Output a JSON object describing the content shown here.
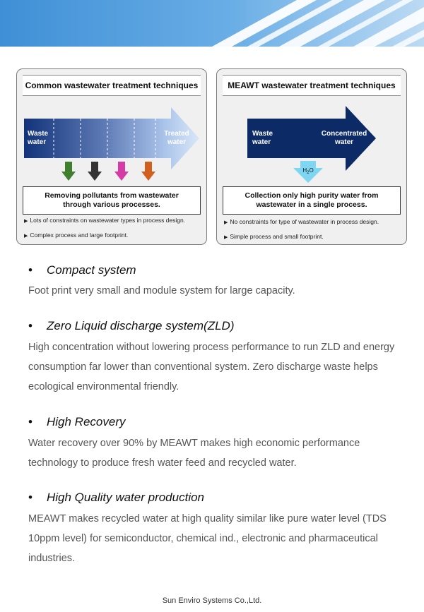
{
  "panels": {
    "common": {
      "title": "Common wastewater treatment techniques",
      "arrow_in": [
        "Waste",
        "water"
      ],
      "arrow_out": [
        "Treated",
        "water"
      ],
      "box": [
        "Removing pollutants from wastewater",
        "through various processes."
      ],
      "notes": [
        "Lots of constraints on wastewater types in process design.",
        "Complex process and large footprint."
      ],
      "down_arrow_colors": [
        "#3f7f2e",
        "#333333",
        "#d63aa5",
        "#d1601f"
      ]
    },
    "meawt": {
      "title": "MEAWT wastewater treatment techniques",
      "arrow_in": [
        "Waste",
        "water"
      ],
      "arrow_out": [
        "Concentrated",
        "water"
      ],
      "h2o": "H",
      "h2o_sub": "2",
      "h2o_end": "O",
      "box": [
        "Collection only high purity water from",
        "wastewater  in a single process."
      ],
      "notes": [
        "No constraints for type of wastewater in process design.",
        "Simple process and small footprint."
      ]
    }
  },
  "sections": [
    {
      "title": "Compact system",
      "body": "Foot print very small and module system for large capacity."
    },
    {
      "title": "Zero Liquid discharge system(ZLD)",
      "body": "High concentration without lowering process performance to run ZLD and energy consumption far lower than conventional system.  Zero discharge waste helps ecological environmental friendly."
    },
    {
      "title": "High Recovery",
      "body": "Water recovery over 90% by MEAWT makes high economic performance technology to produce fresh water feed and recycled water."
    },
    {
      "title": "High Quality water production",
      "body": "MEAWT makes recycled water at high quality similar like pure water level (TDS 10ppm level) for semiconductor, chemical ind., electronic and pharmaceutical industries."
    }
  ],
  "bullet": "•",
  "note_marker": "▶",
  "footer": "Sun Enviro Systems Co.,Ltd.",
  "colors": {
    "header_blue": "#3f8fd6",
    "dark_navy": "#0b2a66",
    "h2o_cyan": "#7fd6f2"
  }
}
